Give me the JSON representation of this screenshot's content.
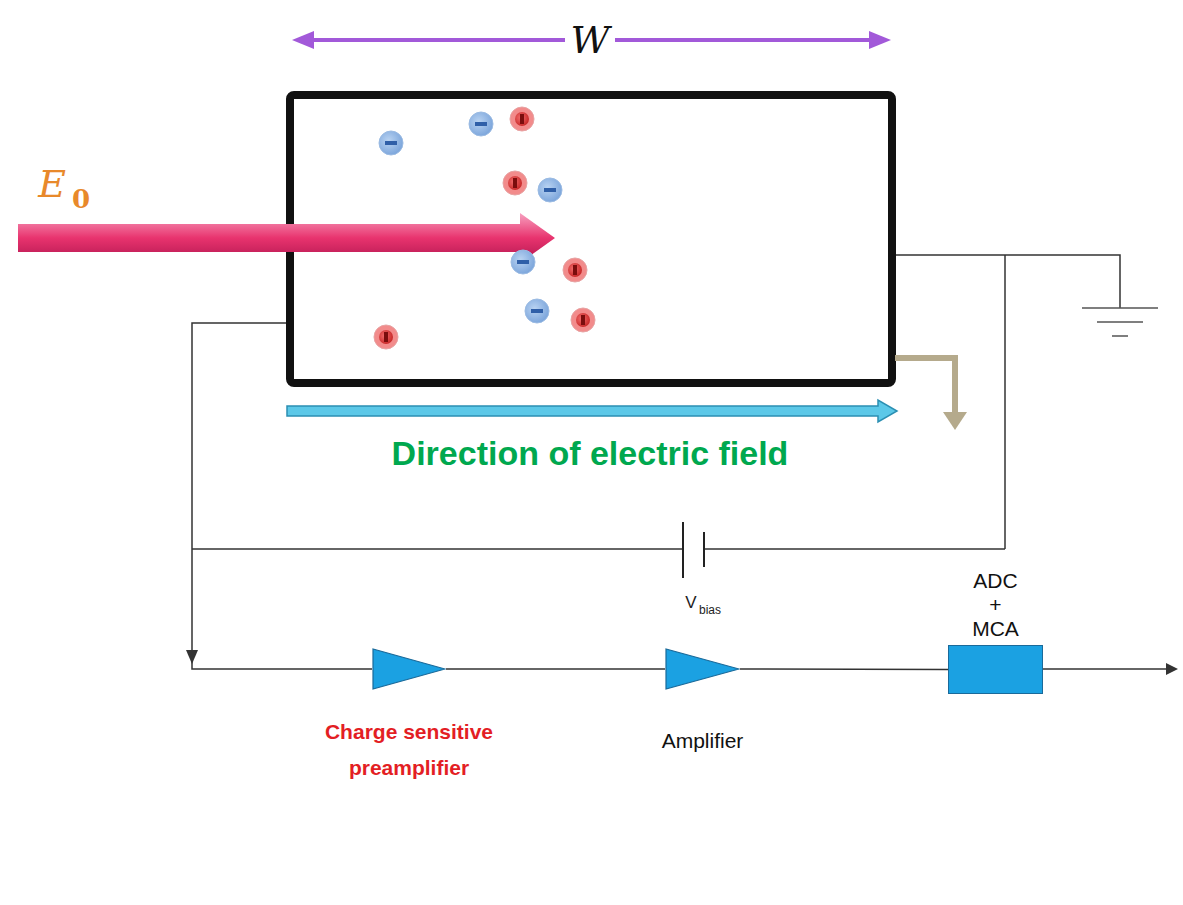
{
  "diagram": {
    "nodes": [
      {
        "text": [
          "Charge sensitive preamplifier"
        ]
      },
      {
        "text": [
          "Amplifier"
        ]
      },
      {
        "text": [
          "ADC + MCA"
        ]
      }
    ],
    "edges": [
      {
        "from": 0,
        "to": 1,
        "arrow": "none"
      },
      {
        "from": 1,
        "to": 2,
        "arrow": "none"
      }
    ],
    "labels": [
      "W",
      "E",
      "0",
      "Direction of electric field",
      "V",
      "bias"
    ]
  }
}
